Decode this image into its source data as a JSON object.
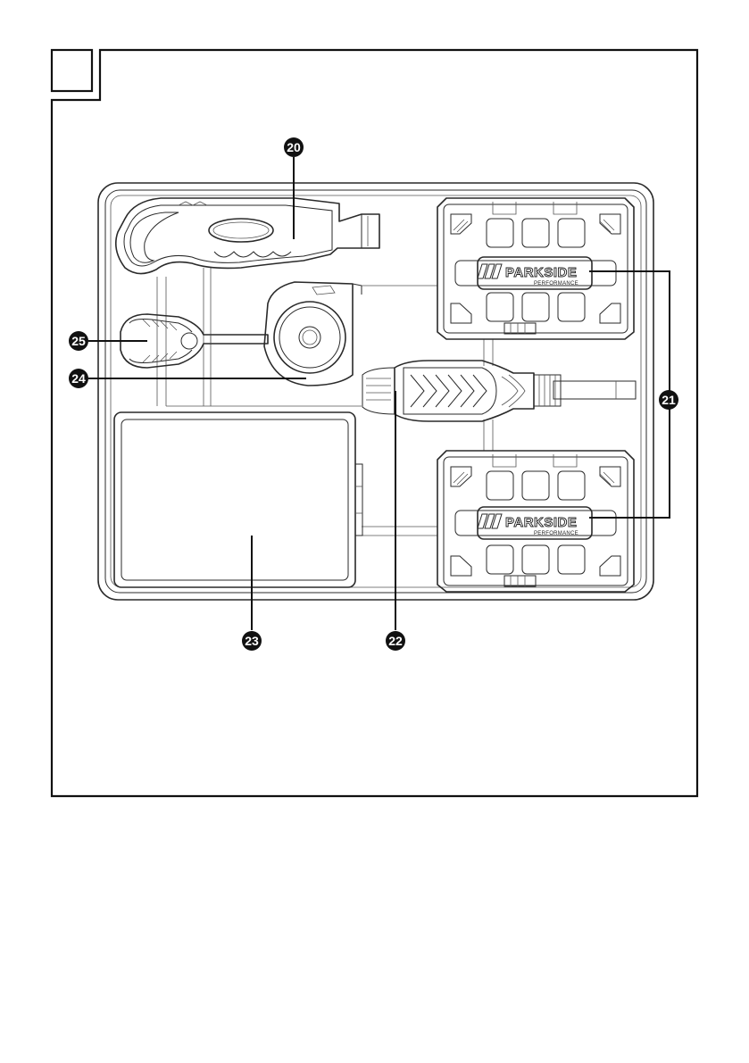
{
  "figure": {
    "number": "",
    "callouts": [
      {
        "id": "c20",
        "label": "20"
      },
      {
        "id": "c21",
        "label": "21"
      },
      {
        "id": "c22",
        "label": "22"
      },
      {
        "id": "c23",
        "label": "23"
      },
      {
        "id": "c24",
        "label": "24"
      },
      {
        "id": "c25",
        "label": "25"
      }
    ],
    "logos": [
      {
        "brand": "PARKSIDE",
        "sub": "PERFORMANCE"
      },
      {
        "brand": "PARKSIDE",
        "sub": "PERFORMANCE"
      }
    ]
  }
}
